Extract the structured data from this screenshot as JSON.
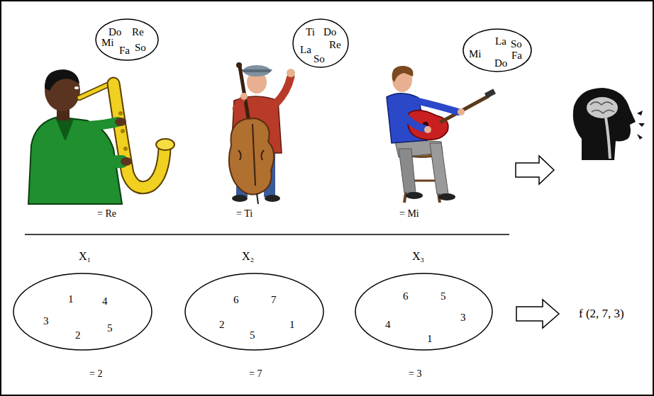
{
  "diagram": {
    "nodes": [
      {
        "text": [
          "Do",
          "Re",
          "Mi",
          "Fa",
          "So"
        ]
      },
      {
        "text": [
          "Ti",
          "Do",
          "La",
          "Re",
          "So"
        ]
      },
      {
        "text": [
          "La",
          "So",
          "Mi",
          "Fa",
          "Do"
        ]
      },
      {
        "text": [
          "1",
          "4",
          "3",
          "2",
          "5"
        ]
      },
      {
        "text": [
          "6",
          "7",
          "2",
          "5",
          "1"
        ]
      },
      {
        "text": [
          "6",
          "5",
          "4",
          "3",
          "1"
        ]
      }
    ],
    "labels": [
      "= Re",
      "= Ti",
      "= Mi",
      "X₁",
      "X₂",
      "X₃",
      "= 2",
      "= 7",
      "= 3",
      "f (2, 7, 3)"
    ]
  }
}
